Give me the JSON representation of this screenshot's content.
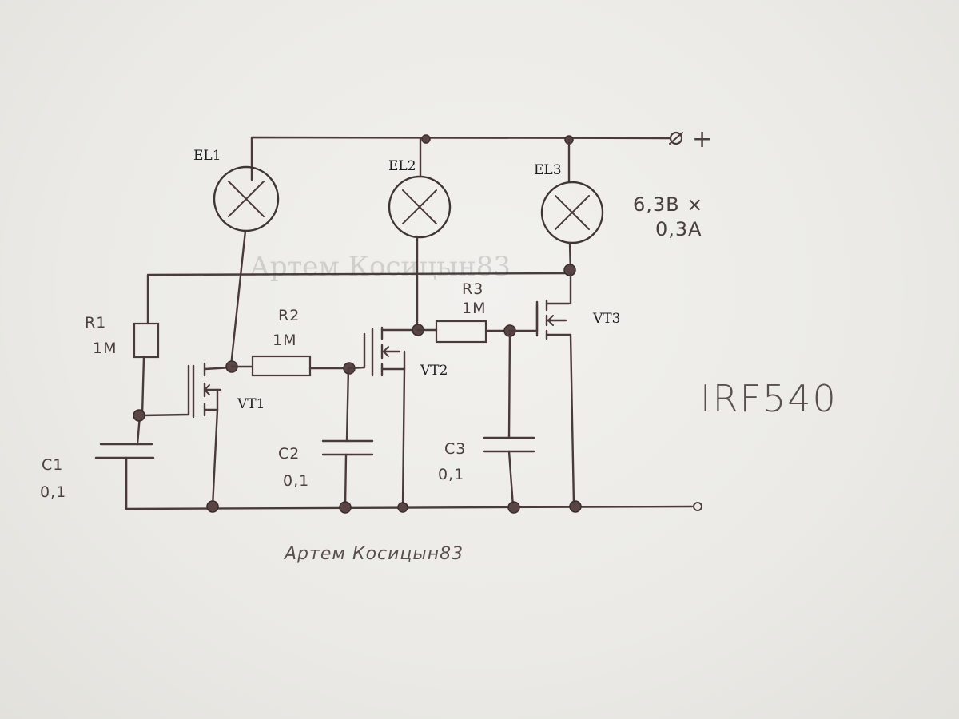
{
  "watermark": "Артем Косицын83",
  "signature": "Артем Косицын83",
  "terminals": {
    "positive": "+"
  },
  "lamps": [
    {
      "label": "EL1"
    },
    {
      "label": "EL2"
    },
    {
      "label": "EL3"
    }
  ],
  "lamp_rating": {
    "line1": "6,3В ×",
    "line2": "0,3А"
  },
  "transistors": [
    {
      "label": "VT1"
    },
    {
      "label": "VT2"
    },
    {
      "label": "VT3"
    }
  ],
  "transistor_type": "IRF540",
  "resistors": [
    {
      "label": "R1",
      "value": "1М"
    },
    {
      "label": "R2",
      "value": "1М"
    },
    {
      "label": "R3",
      "value": "1М"
    }
  ],
  "capacitors": [
    {
      "label": "C1",
      "value": "0,1"
    },
    {
      "label": "C2",
      "value": "0,1"
    },
    {
      "label": "C3",
      "value": "0,1"
    }
  ]
}
